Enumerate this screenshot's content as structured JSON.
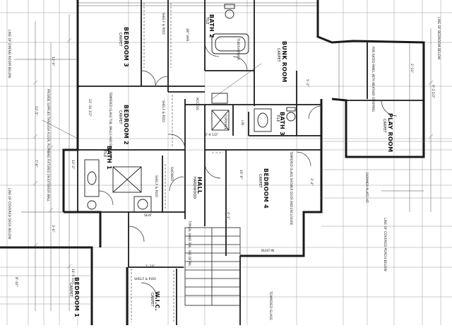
{
  "rooms": {
    "bedroom1": {
      "name": "BEDROOM 1",
      "finish": "CARPET"
    },
    "bedroom2": {
      "name": "BEDROOM 2",
      "finish": "CARPET"
    },
    "bedroom3": {
      "name": "BEDROOM 3",
      "finish": "CARPET"
    },
    "bedroom4": {
      "name": "BEDROOM 4",
      "finish": "CARPET"
    },
    "bath1": {
      "name": "BATH 1",
      "finish": "TILE"
    },
    "bath2": {
      "name": "BATH 2",
      "finish": "TILE"
    },
    "bath3": {
      "name": "BATH 3",
      "finish": "TILE"
    },
    "bunkroom": {
      "name": "BUNK ROOM",
      "finish": "CARPET"
    },
    "playroom": {
      "name": "PLAY ROOM",
      "finish": "CARPET"
    },
    "hall": {
      "name": "HALL",
      "finish": "HARDWOOD"
    },
    "wic": {
      "name": "W.I.C.",
      "finish": "CARPET"
    }
  },
  "notes": {
    "line_dining": "LINE OF DINING ROOM BELOW",
    "line_deck": "LINE OF COVERED DECK BELOW",
    "line_porch": "LINE OF COVERED PORCH BELOW",
    "line_bedroom": "LINE OF BEDROOM BELOW",
    "provide_supplies": "PROVIDE SUPPLIES THROUGH FLOOR, PLUMBING FIXTURES ON EXTERIOR WALL",
    "tempered_glass_tub": "TEMPERED GLASS TUB, WALLS AND ENCLOSURE",
    "tempered_glass_shower": "TEMPERED GLASS SHOWER DOOR AND ENCLOSURE",
    "tempered_glass": "TEMPERED GLASS",
    "typical_rail": "TYPICAL HAND RAIL. SEE DETAIL",
    "shelf_rod": "SHELF & ROD",
    "seat": "SEAT",
    "shower": "SHOWER",
    "vanity": "48\" VAN.",
    "linen": "LIN.",
    "access": "ACCESS",
    "furnace": "FURNACE",
    "dormer_plate": "DORMER PLATE HT.",
    "built_in": "BUILT-IN",
    "tub_shower": "TUB/SHOWER",
    "fire_rated": "FIRE RATED PANEL WITH WEATHER STRIPPING"
  },
  "dims": [
    "12'-0\"",
    "12'-5\"",
    "10'-2\"",
    "7'-6\"",
    "3'-6\"",
    "16'-6\"",
    "5'-2\"",
    "9'-2 1/2\"",
    "2'-11\"",
    "14'-5 1/2\"",
    "3'-4\"",
    "8'-10\"",
    "11'-10 1/2\"",
    "4'-1\"",
    "6'-6 1/2\"",
    "1'-10\""
  ],
  "colors": {
    "line": "#1a1a1a",
    "light": "#8a8a8a",
    "paper": "#ffffff"
  }
}
